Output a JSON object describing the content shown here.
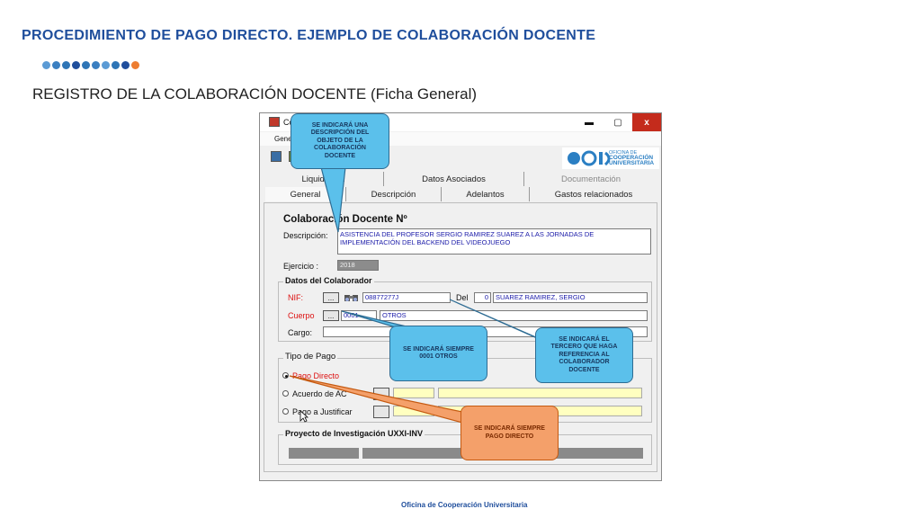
{
  "slide": {
    "title": "PROCEDIMIENTO DE PAGO DIRECTO. EJEMPLO DE COLABORACIÓN DOCENTE",
    "subtitle": "REGISTRO DE LA COLABORACIÓN DOCENTE (Ficha General)",
    "footer": "Oficina de Cooperación Universitaria",
    "dot_colors": [
      "#5b9bd5",
      "#3a7fc1",
      "#2e75b6",
      "#1f4e9c",
      "#2e75b6",
      "#3a7fc1",
      "#5b9bd5",
      "#2e75b6",
      "#1f4e9c",
      "#ed7d31"
    ]
  },
  "window": {
    "title": "Co",
    "menu": "Gener",
    "controls": {
      "minimize": "▬",
      "maximize": "▢",
      "close": "x"
    },
    "logo": {
      "line1": "OFICINA DE",
      "line2": "COOPERACIÓN",
      "line3": "UNIVERSITARIA"
    }
  },
  "tabs_row1": [
    {
      "label": "Liquidación",
      "enabled": true
    },
    {
      "label": "Datos Asociados",
      "enabled": true
    },
    {
      "label": "Documentación",
      "enabled": false
    }
  ],
  "tabs_row2": [
    {
      "label": "General",
      "active": true
    },
    {
      "label": "Descripción"
    },
    {
      "label": "Adelantos"
    },
    {
      "label": "Gastos relacionados"
    }
  ],
  "form": {
    "heading": "Colaboración Docente Nº",
    "descripcion_label": "Descripción:",
    "descripcion_value": "ASISTENCIA DEL PROFESOR SERGIO RAMIREZ SUAREZ A LAS JORNADAS DE IMPLEMENTACIÓN DEL BACKEND DEL VIDEOJUEGO",
    "ejercicio_label": "Ejercicio :",
    "ejercicio_value": "2018",
    "colaborador": {
      "group_label": "Datos del Colaborador",
      "nif_label": "NIF:",
      "nif_btn": "...",
      "nif_value": "08877277J",
      "del_label": "Del",
      "del_value": "0",
      "nombre_value": "SUAREZ RAMIREZ, SERGIO",
      "cuerpo_label": "Cuerpo",
      "cuerpo_btn": "...",
      "cuerpo_code": "0001",
      "cuerpo_name": "OTROS",
      "cargo_label": "Cargo:",
      "cargo_value": ""
    },
    "tipo_pago": {
      "group_label": "Tipo de Pago",
      "options": [
        {
          "label": "Pago Directo",
          "selected": true
        },
        {
          "label": "Acuerdo de AC",
          "selected": false
        },
        {
          "label": "Pago a Justificar",
          "selected": false
        }
      ]
    },
    "proyecto_label": "Proyecto de Investigación UXXI-INV"
  },
  "callouts": {
    "descripcion": "SE INDICARÁ UNA DESCRIPCIÓN DEL OBJETO DE LA COLABORACIÓN DOCENTE",
    "cuerpo": "SE INDICARÁ SIEMPRE 0001 OTROS",
    "tercero": "SE INDICARÁ EL TERCERO QUE HAGA REFERENCIA AL COLABORADOR DOCENTE",
    "pago": "SE INDICARÁ SIEMPRE PAGO DIRECTO"
  }
}
